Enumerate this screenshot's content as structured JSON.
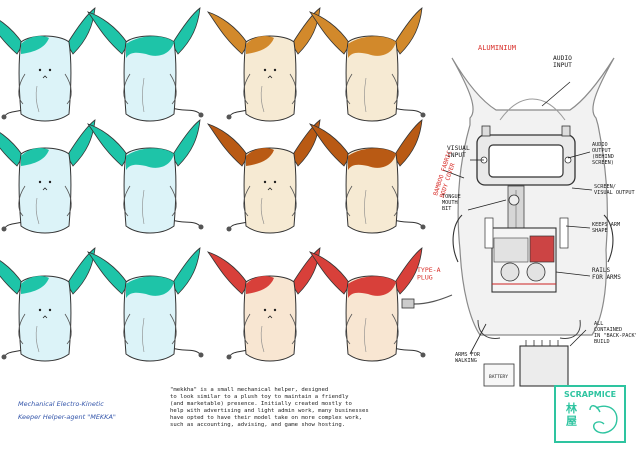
{
  "colors": {
    "teal_dark": "#1ec4a8",
    "teal_light": "#dcf3f8",
    "orange_dark": "#d2892b",
    "orange_light": "#f6ead3",
    "brown_dark": "#b95a14",
    "red_dark": "#d8403a",
    "cream": "#f8e6d2",
    "red_ink": "#d9302b",
    "blue_ink": "#3355aa",
    "logo": "#2ec4a0"
  },
  "captions": {
    "line1": "Mechanical Electro-Kinetic",
    "line2": "Keeper Helper-agent \"MEKKA\""
  },
  "description": "\"mekkha\" is a small mechanical helper, designed\nto look similar to a plush toy to maintain a friendly\n(and marketable) presence. Initially created mostly to\nhelp with advertising and light admin work, many businesses\nhave opted to have their model take on more complex work,\nsuch as accounting, advising, and game show hosting.",
  "labels": {
    "aluminium": "ALUMINIUM",
    "audio_input": "AUDIO\nINPUT",
    "audio_output": "AUDIO\nOUTPUT\n(BEHIND\nSCREEN)",
    "visual_input": "VISUAL\nINPUT",
    "bamboo": "BAMBOO FABRIC\nBODY COVER",
    "screen": "SCREEN/\nVISUAL OUTPUT",
    "tongue": "TONGUE\nMOUTH\nBIT",
    "keeps_arm": "KEEPS ARM\nSHAPE",
    "type_a": "TYPE-A\nPLUG",
    "rails": "RAILS\nFOR ARMS",
    "all_contained": "ALL\nCONTAINED\nIN \"BACK-PACK\"\nBUILD",
    "arms": "ARMS FOR\nWALKING",
    "battery": "BATTERY"
  },
  "logo": {
    "title": "SCRAPMICE",
    "glyphs": "林\n屋"
  }
}
